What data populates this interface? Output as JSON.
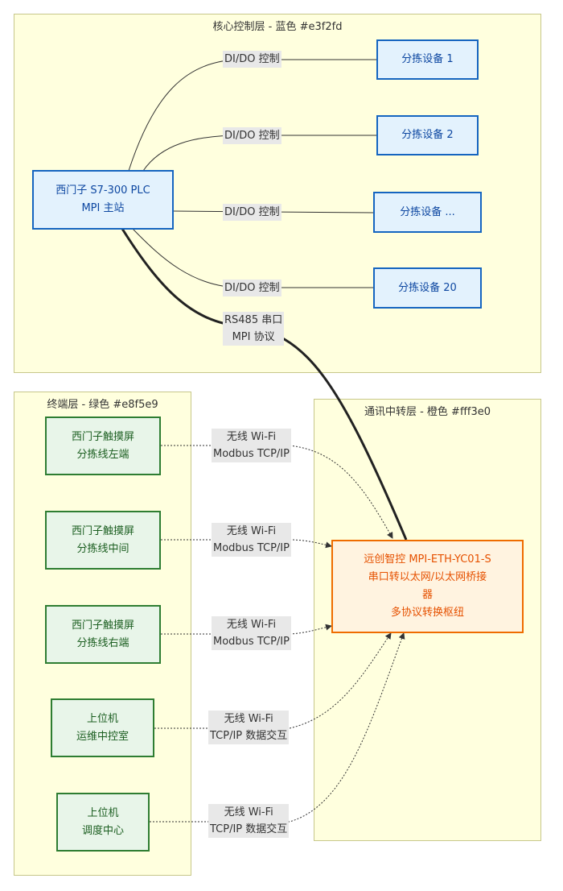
{
  "layers": {
    "core": {
      "title": "核心控制层 - 蓝色 #e3f2fd"
    },
    "terminal": {
      "title": "终端层 - 绿色 #e8f5e9"
    },
    "relay": {
      "title": "通讯中转层 - 橙色 #fff3e0"
    }
  },
  "nodes": {
    "plc": {
      "line1": "西门子 S7-300 PLC",
      "line2": "MPI 主站",
      "color": "#e3f2fd"
    },
    "sorter1": {
      "label": "分拣设备 1"
    },
    "sorter2": {
      "label": "分拣设备 2"
    },
    "sorter_more": {
      "label": "分拣设备 ..."
    },
    "sorter20": {
      "label": "分拣设备 20"
    },
    "gateway": {
      "line1": "远创智控 MPI-ETH-YC01-S",
      "line2": "串口转以太网/以太网桥接",
      "line3": "器",
      "line4": "多协议转换枢纽",
      "color": "#fff3e0"
    },
    "hmi_left": {
      "line1": "西门子触摸屏",
      "line2": "分拣线左端",
      "color": "#e8f5e9"
    },
    "hmi_mid": {
      "line1": "西门子触摸屏",
      "line2": "分拣线中间"
    },
    "hmi_right": {
      "line1": "西门子触摸屏",
      "line2": "分拣线右端"
    },
    "host_ops": {
      "line1": "上位机",
      "line2": "运维中控室"
    },
    "host_dispatch": {
      "line1": "上位机",
      "line2": "调度中心"
    }
  },
  "edges": {
    "dido1": "DI/DO 控制",
    "dido2": "DI/DO 控制",
    "dido3": "DI/DO 控制",
    "dido4": "DI/DO 控制",
    "rs485": {
      "line1": "RS485 串口",
      "line2": "MPI 协议"
    },
    "wifi1": {
      "line1": "无线 Wi-Fi",
      "line2": "Modbus TCP/IP"
    },
    "wifi2": {
      "line1": "无线 Wi-Fi",
      "line2": "Modbus TCP/IP"
    },
    "wifi3": {
      "line1": "无线 Wi-Fi",
      "line2": "Modbus TCP/IP"
    },
    "wifi4": {
      "line1": "无线 Wi-Fi",
      "line2": "TCP/IP 数据交互"
    },
    "wifi5": {
      "line1": "无线 Wi-Fi",
      "line2": "TCP/IP 数据交互"
    }
  }
}
